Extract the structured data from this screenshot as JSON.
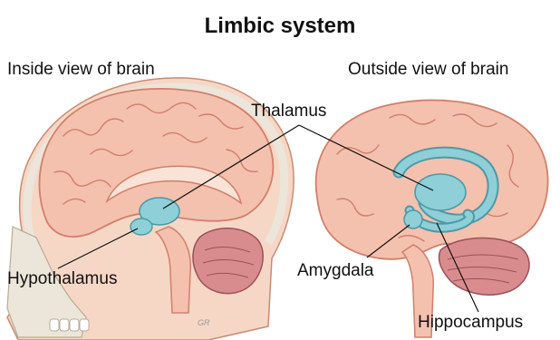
{
  "title": "Limbic system",
  "subtitles": {
    "inside": "Inside view of brain",
    "outside": "Outside view of brain"
  },
  "labels": {
    "thalamus": "Thalamus",
    "hypothalamus": "Hypothalamus",
    "amygdala": "Amygdala",
    "hippocampus": "Hippocampus"
  },
  "signature": "GR",
  "colors": {
    "brain": "#f4c1ae",
    "brain_outline": "#d27f6a",
    "limbic": "#8ecfd8",
    "limbic_outline": "#4d99a6",
    "cerebellum": "#d98c8e",
    "skull": "#ece6da",
    "skin": "#f6d7c6"
  }
}
